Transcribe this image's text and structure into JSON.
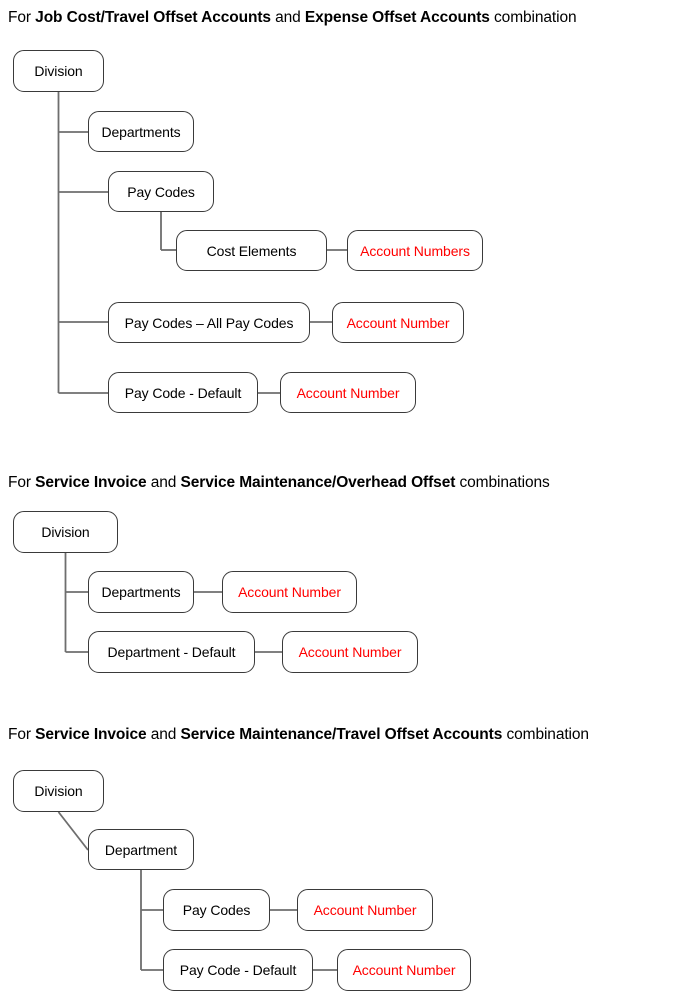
{
  "colors": {
    "label_text": "#000000",
    "account_text": "#ff0000",
    "box_border": "#3a3a3a",
    "connector_line": "#6e6e6e",
    "background": "#ffffff"
  },
  "sections": [
    {
      "title": {
        "pre": "For ",
        "bold1": "Job Cost/Travel Offset Accounts",
        "mid": " and ",
        "bold2": "Expense Offset Accounts",
        "post": " combination"
      },
      "nodes": {
        "division": "Division",
        "departments": "Departments",
        "pay_codes": "Pay Codes",
        "cost_elements": "Cost Elements",
        "account_numbers": "Account Numbers",
        "all_pay_codes": "Pay Codes – All Pay Codes",
        "account_number_all": "Account Number",
        "pay_code_default": "Pay Code - Default",
        "account_number_default": "Account Number"
      }
    },
    {
      "title": {
        "pre": "For ",
        "bold1": "Service Invoice",
        "mid": " and ",
        "bold2": "Service Maintenance/Overhead Offset",
        "post": " combinations"
      },
      "nodes": {
        "division": "Division",
        "departments": "Departments",
        "account_number_departments": "Account Number",
        "department_default": "Department - Default",
        "account_number_default": "Account Number"
      }
    },
    {
      "title": {
        "pre": "For ",
        "bold1": "Service Invoice",
        "mid": " and ",
        "bold2": "Service Maintenance/Travel Offset Accounts",
        "post": " combination"
      },
      "nodes": {
        "division": "Division",
        "department": "Department",
        "pay_codes": "Pay Codes",
        "account_number_pay_codes": "Account Number",
        "pay_code_default": "Pay Code - Default",
        "account_number_default": "Account Number"
      }
    }
  ]
}
